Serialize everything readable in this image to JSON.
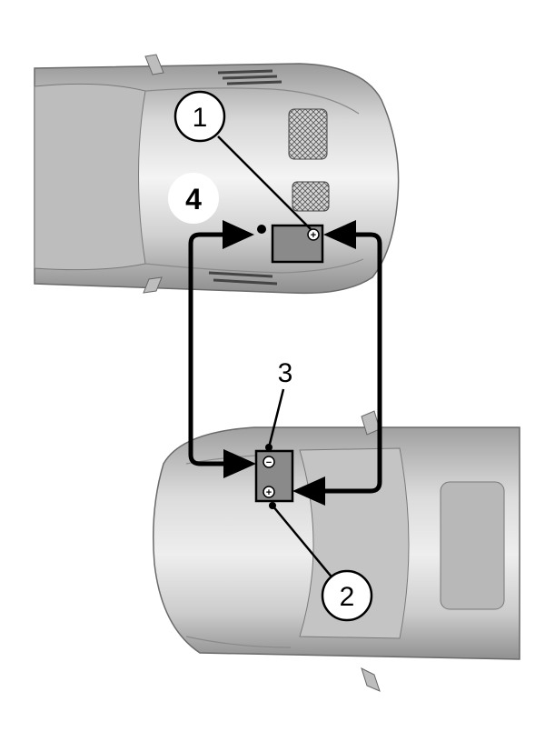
{
  "diagram": {
    "callouts": [
      {
        "id": "1",
        "label": "1"
      },
      {
        "id": "2",
        "label": "2"
      },
      {
        "id": "3",
        "label": "3"
      },
      {
        "id": "4",
        "label": "4"
      }
    ],
    "terminal_signs": {
      "positive": "+",
      "negative": "−"
    },
    "colors": {
      "cable": "#000000",
      "battery_fill": "#8a8a8a",
      "car_body": "#cfcfcf"
    }
  }
}
